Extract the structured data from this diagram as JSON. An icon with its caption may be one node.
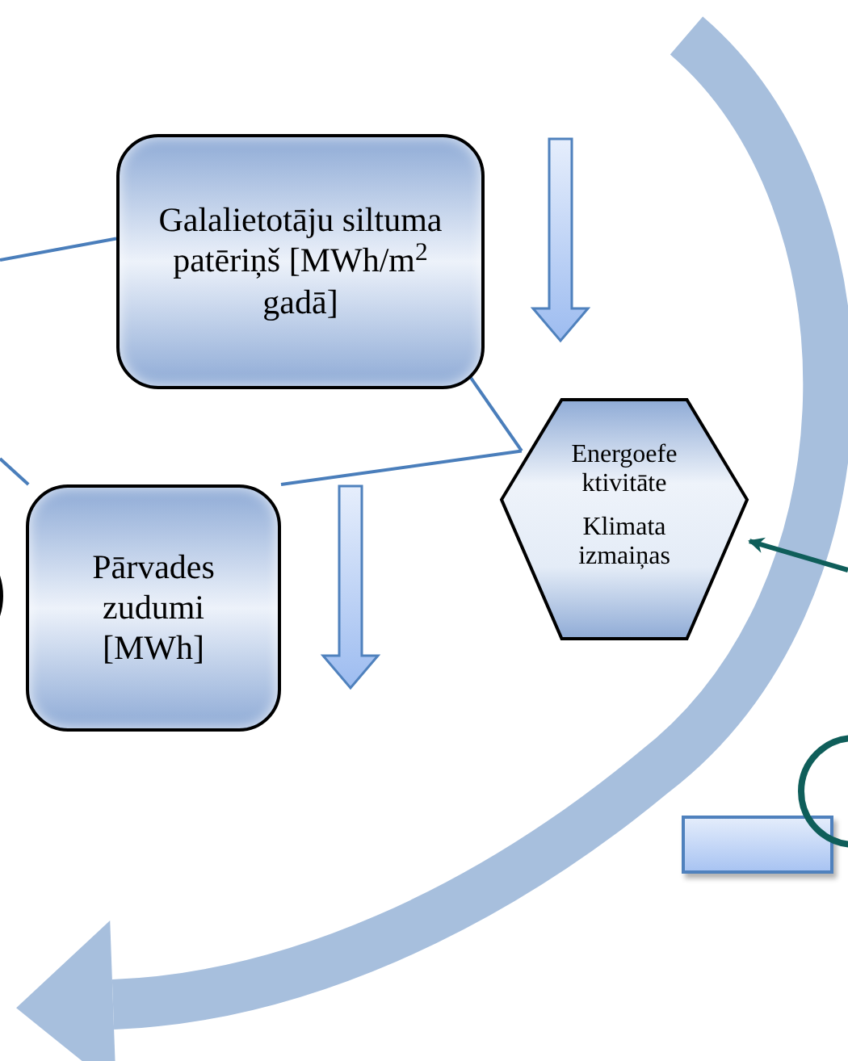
{
  "diagram": {
    "nodes": [
      {
        "text": [
          "Galalietotāju siltuma patēriņš [MWh/m$^{2}$ gadā]"
        ]
      },
      {
        "text": [
          "Pārvades zudumi [MWh]"
        ]
      },
      {
        "text": [
          "Energoefe ktivitāte",
          "Klimata izmaiņas"
        ]
      },
      {
        "text": [],
        "shape": "box"
      },
      {
        "text": [],
        "shape": "circle"
      },
      {
        "text": [],
        "shape": "circle"
      }
    ],
    "edges": [
      {
        "from": null,
        "to": 0,
        "arrow": "none"
      },
      {
        "from": null,
        "to": 1,
        "arrow": "none"
      },
      {
        "from": 0,
        "to": 2,
        "arrow": "none"
      },
      {
        "from": 2,
        "to": 1,
        "arrow": "none"
      },
      {
        "from": null,
        "to": 2,
        "arrow": "to",
        "color": "#0f5e5a"
      }
    ]
  }
}
